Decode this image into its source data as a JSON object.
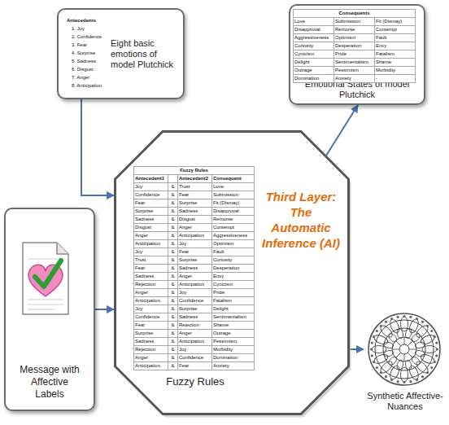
{
  "diagram": {
    "nodes": [
      {
        "text": [
          "Eight basic emotions of model Plutchick"
        ]
      },
      {
        "text": [
          "Emotional States of model Plutchick"
        ]
      },
      {
        "text": [
          "Message with Affective Labels"
        ]
      },
      {
        "text": [
          "Third Layer: The Automatic Inference (AI)",
          "Fuzzy Rules"
        ]
      },
      {
        "text": [
          "Synthetic Affective-Nuances"
        ]
      }
    ],
    "edges": [
      {
        "from": 0,
        "to": 3,
        "arrow": "to"
      },
      {
        "from": 2,
        "to": 3,
        "arrow": "to"
      },
      {
        "from": 3,
        "to": 1,
        "arrow": "to"
      },
      {
        "from": 3,
        "to": 4,
        "arrow": "to"
      }
    ],
    "labels": [
      "Antecedents",
      "1. Joy",
      "2. Confidence",
      "3. Fear",
      "4. Surprise",
      "5. Sadness",
      "6. Disgust",
      "7. Anger",
      "8. Anticipation",
      "Consequents",
      "Love",
      "Submission",
      "Fit (Dismay)",
      "Disapproval",
      "Remorse",
      "Contempt",
      "Aggressiveness",
      "Optimism",
      "Fault",
      "Curiosity",
      "Desperation",
      "Envy",
      "Cynicism",
      "Pride",
      "Fatalism",
      "Delight",
      "Sentimentalism",
      "Shame",
      "Outrage",
      "Pessimism",
      "Morbidity",
      "Domination",
      "Anxiety",
      "-",
      "Fuzzy Rules",
      "Antecedent1",
      "Antecedent2",
      "Consequent",
      "Joy",
      "&",
      "Trust",
      "Love",
      "Confidence",
      "&",
      "Fear",
      "Submission",
      "Fear",
      "&",
      "Surprise",
      "Fit (Dismay)",
      "Surprise",
      "&",
      "Sadness",
      "Disapproval",
      "Sadness",
      "&",
      "Disgust",
      "Remorse",
      "Disgust",
      "&",
      "Anger",
      "Contempt",
      "Anger",
      "&",
      "Anticipation",
      "Aggressiveness",
      "Anticipation",
      "&",
      "Joy",
      "Optimism",
      "Joy",
      "&",
      "Fear",
      "Fault",
      "Trust",
      "&",
      "Surprise",
      "Curiosity",
      "Fear",
      "&",
      "Sadness",
      "Desperation",
      "Sadness",
      "&",
      "Anger",
      "Envy",
      "Rejection",
      "&",
      "Anticipation",
      "Cynicism",
      "Anger",
      "&",
      "Joy",
      "Pride",
      "Anticipation",
      "&",
      "Confidence",
      "Fatalism",
      "Joy",
      "&",
      "Surprise",
      "Delight",
      "Confidence",
      "&",
      "Sadness",
      "Sentimentalism",
      "Fear",
      "&",
      "Rejection",
      "Shame",
      "Surprise",
      "&",
      "Anger",
      "Outrage",
      "Sadness",
      "&",
      "Anticipation",
      "Pessimism",
      "Rejection",
      "&",
      "Joy",
      "Morbidity",
      "Anger",
      "&",
      "Confidence",
      "Domination",
      "Anticipation",
      "&",
      "Fear",
      "Anxiety"
    ]
  }
}
